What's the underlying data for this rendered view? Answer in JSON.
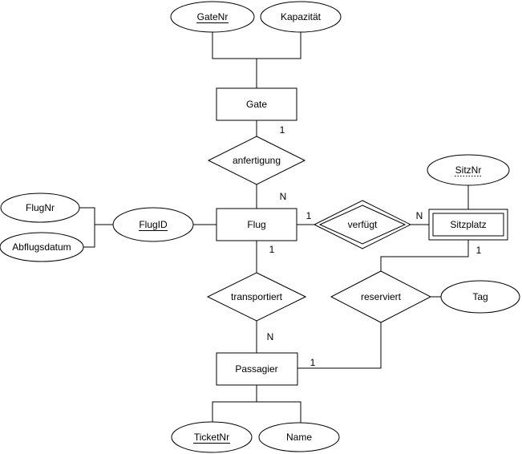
{
  "diagram_type": "entity-relationship",
  "colors": {
    "stroke": "#000000",
    "shape_fill": "#ffffff",
    "text": "#000000",
    "background": "#ffffff"
  },
  "entities": {
    "gate": {
      "label": "Gate",
      "weak": false
    },
    "flug": {
      "label": "Flug",
      "weak": false
    },
    "sitzplatz": {
      "label": "Sitzplatz",
      "weak": true
    },
    "passagier": {
      "label": "Passagier",
      "weak": false
    }
  },
  "attributes": {
    "gatenr": {
      "label": "GateNr",
      "key": "primary",
      "of": "Gate"
    },
    "kapazitaet": {
      "label": "Kapazität",
      "key": "none",
      "of": "Gate"
    },
    "flugnr": {
      "label": "FlugNr",
      "key": "none",
      "of": "Flug"
    },
    "abflugsdatum": {
      "label": "Abflugsdatum",
      "key": "none",
      "of": "Flug"
    },
    "flugid": {
      "label": "FlugID",
      "key": "primary",
      "of": "Flug"
    },
    "sitznr": {
      "label": "SitzNr",
      "key": "partial",
      "of": "Sitzplatz"
    },
    "tag": {
      "label": "Tag",
      "key": "none",
      "of": "reserviert"
    },
    "ticketnr": {
      "label": "TicketNr",
      "key": "primary",
      "of": "Passagier"
    },
    "name": {
      "label": "Name",
      "key": "none",
      "of": "Passagier"
    }
  },
  "relationships": {
    "anfertigung": {
      "label": "anfertigung",
      "identifying": false,
      "between": [
        "Gate",
        "Flug"
      ]
    },
    "verfuegt": {
      "label": "verfügt",
      "identifying": true,
      "between": [
        "Flug",
        "Sitzplatz"
      ]
    },
    "transportiert": {
      "label": "transportiert",
      "identifying": false,
      "between": [
        "Flug",
        "Passagier"
      ]
    },
    "reserviert": {
      "label": "reserviert",
      "identifying": false,
      "between": [
        "Sitzplatz",
        "Passagier"
      ]
    }
  },
  "cardinalities": {
    "gate_anfertigung": "1",
    "anfertigung_flug": "N",
    "flug_verfuegt": "1",
    "verfuegt_sitzplatz": "N",
    "flug_transportiert": "1",
    "transportiert_passagier": "N",
    "sitzplatz_reserviert": "1",
    "reserviert_passagier": "1"
  }
}
